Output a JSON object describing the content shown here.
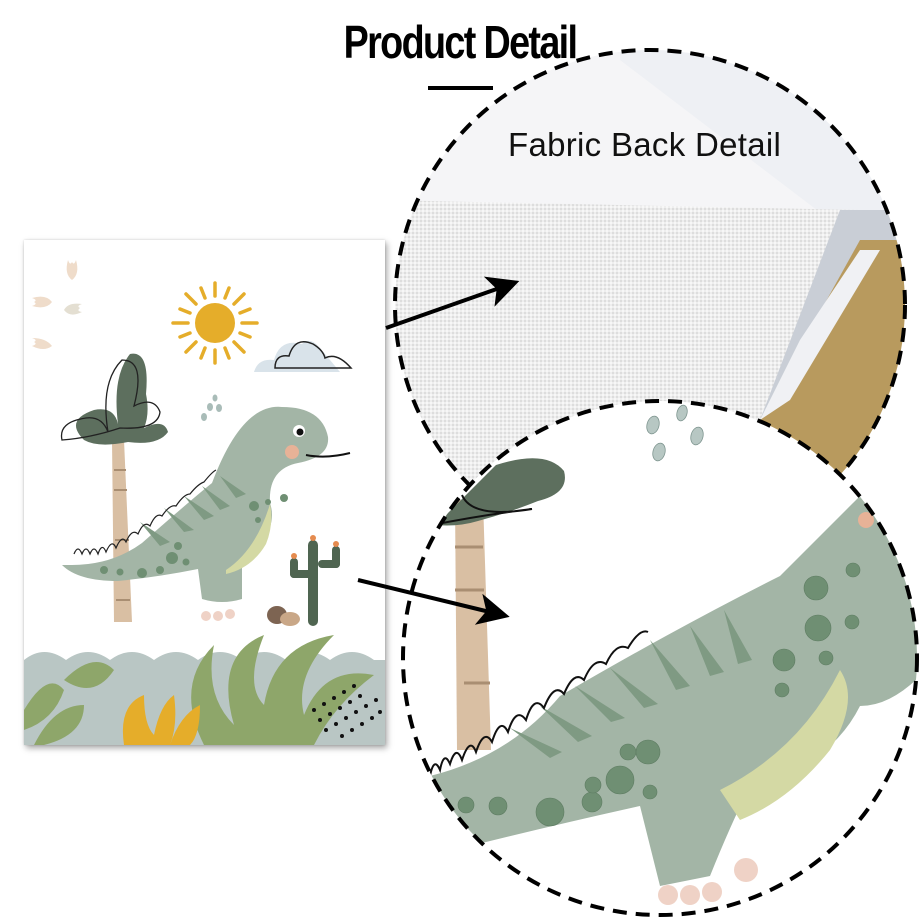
{
  "header": {
    "title": "Product Detail"
  },
  "callouts": {
    "fabric_back": {
      "label": "Fabric Back Detail"
    },
    "print_zoom": {
      "label": ""
    }
  },
  "poster": {
    "subject": "cartoon dinosaur nursery print",
    "elements": [
      "dino-footprints",
      "sun",
      "cloud",
      "palm-tree",
      "dinosaur",
      "cactus",
      "rocks",
      "foliage-border"
    ]
  },
  "colors": {
    "dino_green": "#a3b5a6",
    "dino_spots": "#6f8f73",
    "dino_belly": "#d4d9a4",
    "tree_leaf": "#5d6f5e",
    "tree_trunk": "#d9bfa3",
    "sun": "#e5ad2a",
    "cloud": "#d9e3ea",
    "footprint": "#efdcca",
    "ground": "#b9c6c4",
    "leaf_green": "#8ea66a",
    "kraft": "#b89a5e",
    "dashes": "#000000"
  }
}
